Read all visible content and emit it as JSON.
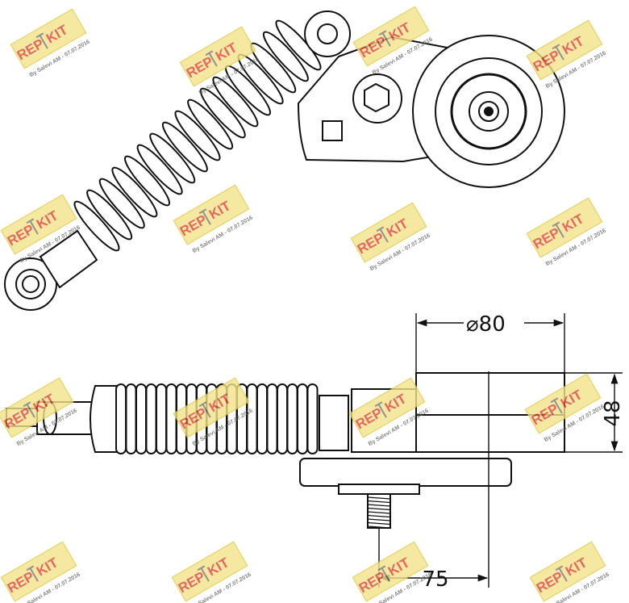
{
  "dimensions": {
    "diameter_label": "⌀80",
    "height_label": "48",
    "offset_label": "75"
  },
  "watermark": {
    "brand_prefix": "REP",
    "brand_suffix": "KIT",
    "credit": "By Salevi AM - 07.07.2016",
    "badge_color": "#f3e48a",
    "badge_border": "#e2cf55",
    "brand_color": "#e0403a"
  }
}
